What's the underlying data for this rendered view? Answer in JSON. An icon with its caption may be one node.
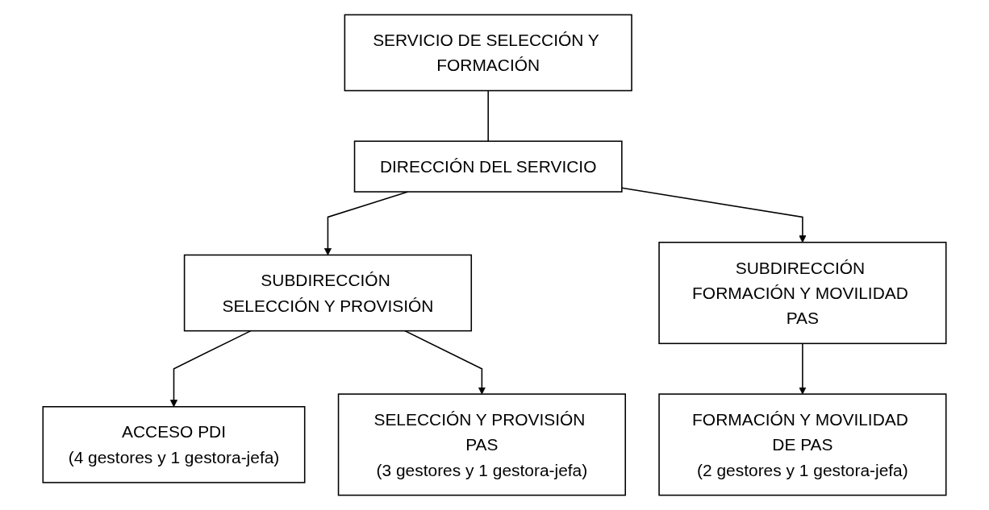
{
  "diagram": {
    "nodes": [
      {
        "text": [
          "SERVICIO DE SELECCIÓN Y FORMACIÓN"
        ]
      },
      {
        "text": [
          "DIRECCIÓN DEL SERVICIO"
        ]
      },
      {
        "text": [
          "SUBDIRECCIÓN SELECCIÓN Y PROVISIÓN"
        ]
      },
      {
        "text": [
          "SUBDIRECCIÓN FORMACIÓN Y MOVILIDAD PAS"
        ]
      },
      {
        "text": [
          "ACCESO PDI",
          "(4 gestores y 1 gestora-jefa)"
        ]
      },
      {
        "text": [
          "SELECCIÓN Y PROVISIÓN PAS",
          "(3 gestores y 1 gestora-jefa)"
        ]
      },
      {
        "text": [
          "FORMACIÓN Y MOVILIDAD DE PAS",
          "(2 gestores y 1 gestora-jefa)"
        ]
      }
    ],
    "edges": [
      {
        "from": 0,
        "to": 1,
        "arrow": "none"
      },
      {
        "from": 1,
        "to": 2,
        "arrow": "to"
      },
      {
        "from": 1,
        "to": 3,
        "arrow": "to"
      },
      {
        "from": 2,
        "to": 4,
        "arrow": "to"
      },
      {
        "from": 2,
        "to": 5,
        "arrow": "to"
      },
      {
        "from": 3,
        "to": 6,
        "arrow": "to"
      }
    ]
  }
}
